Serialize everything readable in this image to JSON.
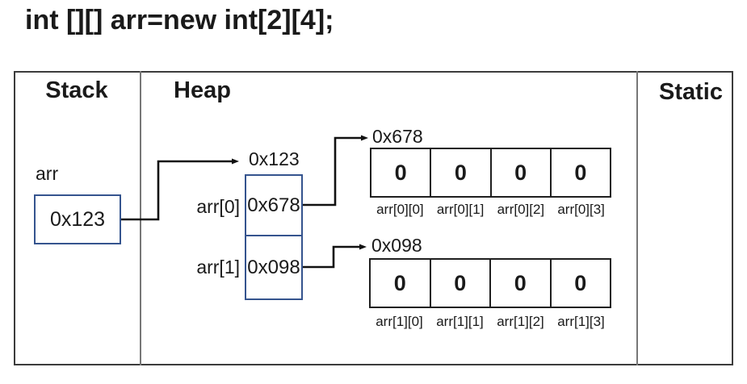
{
  "title": "int [][] arr=new int[2][4];",
  "regions": {
    "stack_label": "Stack",
    "heap_label": "Heap",
    "static_label": "Static"
  },
  "stack": {
    "var_label": "arr",
    "box_value": "0x123"
  },
  "heap": {
    "pointer_array": {
      "address_label": "0x123",
      "rows": [
        {
          "index_label": "arr[0]",
          "value": "0x678"
        },
        {
          "index_label": "arr[1]",
          "value": "0x098"
        }
      ]
    },
    "row0": {
      "address_label": "0x678",
      "cells": [
        {
          "value": "0",
          "label": "arr[0][0]"
        },
        {
          "value": "0",
          "label": "arr[0][1]"
        },
        {
          "value": "0",
          "label": "arr[0][2]"
        },
        {
          "value": "0",
          "label": "arr[0][3]"
        }
      ]
    },
    "row1": {
      "address_label": "0x098",
      "cells": [
        {
          "value": "0",
          "label": "arr[1][0]"
        },
        {
          "value": "0",
          "label": "arr[1][1]"
        },
        {
          "value": "0",
          "label": "arr[1][2]"
        },
        {
          "value": "0",
          "label": "arr[1][3]"
        }
      ]
    }
  },
  "colors": {
    "outer_border": "#3c3c3c",
    "divider": "#777777",
    "pointer_border": "#35548e",
    "cell_border": "#1f1f1f",
    "text": "#1a1a1a"
  }
}
